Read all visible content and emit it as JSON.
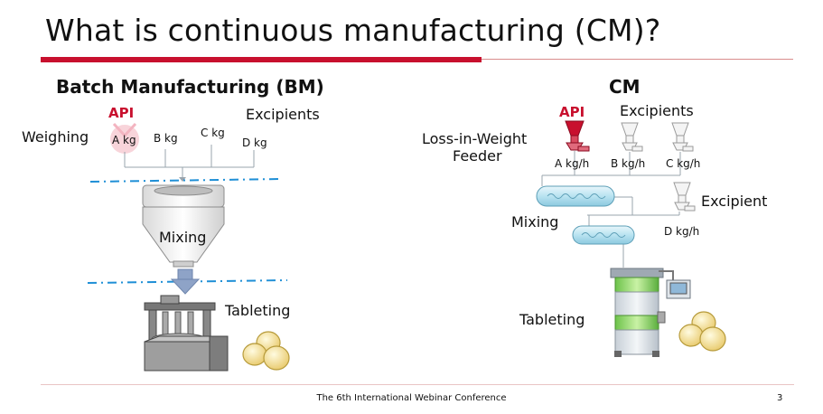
{
  "slide": {
    "title": "What is continuous manufacturing (CM)?",
    "footer": "The 6th International Webinar Conference",
    "page_number": "3"
  },
  "bm": {
    "heading": "Batch Manufacturing (BM)",
    "api_label": "API",
    "excipients_label": "Excipients",
    "weighing_label": "Weighing",
    "amounts": [
      "A kg",
      "B kg",
      "C kg",
      "D kg"
    ],
    "mixing_label": "Mixing",
    "tableting_label": "Tableting"
  },
  "cm": {
    "heading": "CM",
    "api_label": "API",
    "excipients_label": "Excipients",
    "feeder_label_line1": "Loss-in-Weight",
    "feeder_label_line2": "Feeder",
    "rates": [
      "A  kg/h",
      "B kg/h",
      "C kg/h"
    ],
    "excipient_label": "Excipient",
    "excipient_rate": "D kg/h",
    "mixing_label": "Mixing",
    "tableting_label": "Tableting"
  },
  "colors": {
    "accent_red": "#c8102e",
    "divider_blue": "#1f8fd6"
  }
}
